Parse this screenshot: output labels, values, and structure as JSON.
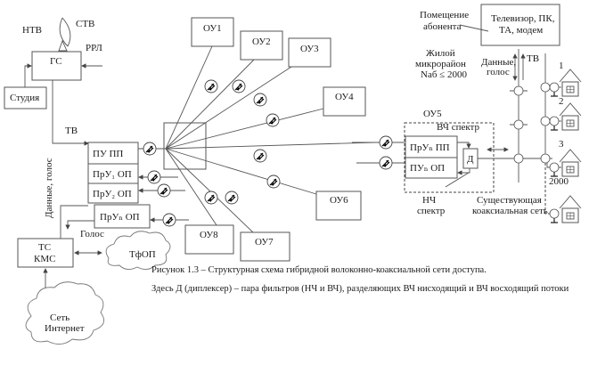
{
  "labels": {
    "ntv": "НТВ",
    "stv": "СТВ",
    "rrl": "РРЛ",
    "gs": "ГС",
    "studio": "Студия",
    "tv_left": "ТВ",
    "data_voice_vertical": "Данные, голос",
    "pu_pp": "ПУ ПП",
    "pru1_op": "ПрУ₁ ОП",
    "pru2_op": "ПрУ₂ ОП",
    "prun_op": "ПрУₙ ОП",
    "voice": "Голос",
    "ts_line1": "ТС",
    "ts_line2": "КМС",
    "tfop": "ТфОП",
    "internet_line1": "Сеть",
    "internet_line2": "Интернет",
    "ou1": "ОУ1",
    "ou2": "ОУ2",
    "ou3": "ОУ3",
    "ou4": "ОУ4",
    "ou5": "ОУ5",
    "ou6": "ОУ6",
    "ou7": "ОУ7",
    "ou8": "ОУ8",
    "hf_spectrum": "ВЧ спектр",
    "pru_n_pp": "ПрУₙ ПП",
    "pu_n_op": "ПУₙ ОП",
    "diplexer": "Д",
    "lf_line1": "НЧ",
    "lf_line2": "спектр",
    "existing_line1": "Существующая",
    "existing_line2": "коаксиальная сеть",
    "subscriber_room_line1": "Помещение",
    "subscriber_room_line2": "абонента",
    "devices_line1": "Телевизор, ПК,",
    "devices_line2": "ТА, модем",
    "residential_line1": "Жилой",
    "residential_line2": "микрорайон",
    "residential_line3": "Nаб ≤ 2000",
    "data_line1": "Данные,",
    "data_line2": "голос",
    "tv_right": "ТВ",
    "house1": "1",
    "house2": "2",
    "house3": "3",
    "house2000": "2000"
  },
  "caption": {
    "line1": "Рисунок 1.3 – Структурная схема гибридной волоконно-коаксиальной сети доступа.",
    "line2": "Здесь Д (диплексер) – пара фильтров (НЧ и ВЧ), разделяющих ВЧ нисходящий и ВЧ восходящий потоки"
  }
}
